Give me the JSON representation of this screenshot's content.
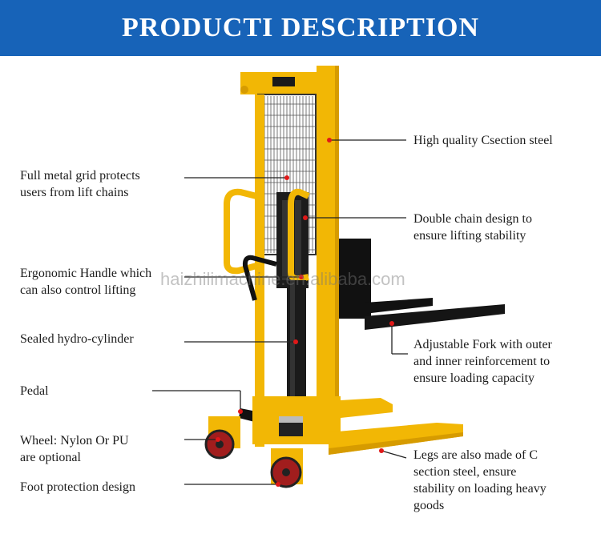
{
  "header": {
    "title": "PRODUCTI DESCRIPTION",
    "background": "#1763b8"
  },
  "callouts": {
    "left": [
      {
        "lines": [
          "Full metal grid protects",
          "users from lift chains"
        ]
      },
      {
        "lines": [
          "Ergonomic Handle which",
          "can also control lifting"
        ]
      },
      {
        "lines": [
          "Sealed hydro-cylinder"
        ]
      },
      {
        "lines": [
          "Pedal"
        ]
      },
      {
        "lines": [
          "Wheel: Nylon Or PU",
          "are optional"
        ]
      },
      {
        "lines": [
          "Foot protection design"
        ]
      }
    ],
    "right": [
      {
        "lines": [
          "High quality Csection steel"
        ]
      },
      {
        "lines": [
          "Double chain design to",
          "ensure lifting stability"
        ]
      },
      {
        "lines": [
          "Adjustable Fork with outer",
          "and inner reinforcement to",
          "ensure loading capacity"
        ]
      },
      {
        "lines": [
          "Legs are also made of C",
          "section steel, ensure",
          "stability on loading heavy",
          "goods"
        ]
      }
    ]
  },
  "watermark": "haizhilimachine.en.alibaba.com",
  "colors": {
    "frame": "#f2b705",
    "frame_dark": "#d69b00",
    "steel": "#222222",
    "wheel": "#a11d1d",
    "marker": "#e01818"
  }
}
